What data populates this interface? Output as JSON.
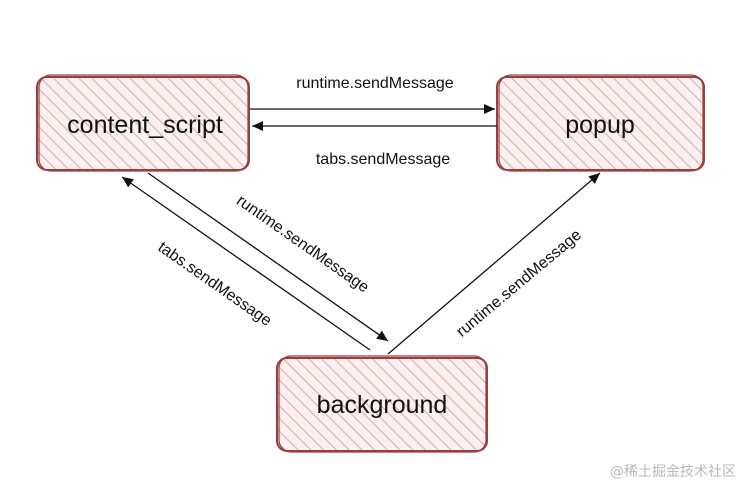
{
  "nodes": {
    "content_script": "content_script",
    "popup": "popup",
    "background": "background"
  },
  "edges": {
    "cs_to_popup": "runtime.sendMessage",
    "popup_to_cs": "tabs.sendMessage",
    "cs_to_bg": "runtime.sendMessage",
    "bg_to_cs": "tabs.sendMessage",
    "bg_to_popup": "runtime.sendMessage"
  },
  "watermark": "@稀土掘金技术社区",
  "colors": {
    "box_stroke": "#9a3f3f",
    "hatch": "#e0b5b3",
    "box_fill": "#fbf1f0",
    "arrow": "#111111"
  }
}
